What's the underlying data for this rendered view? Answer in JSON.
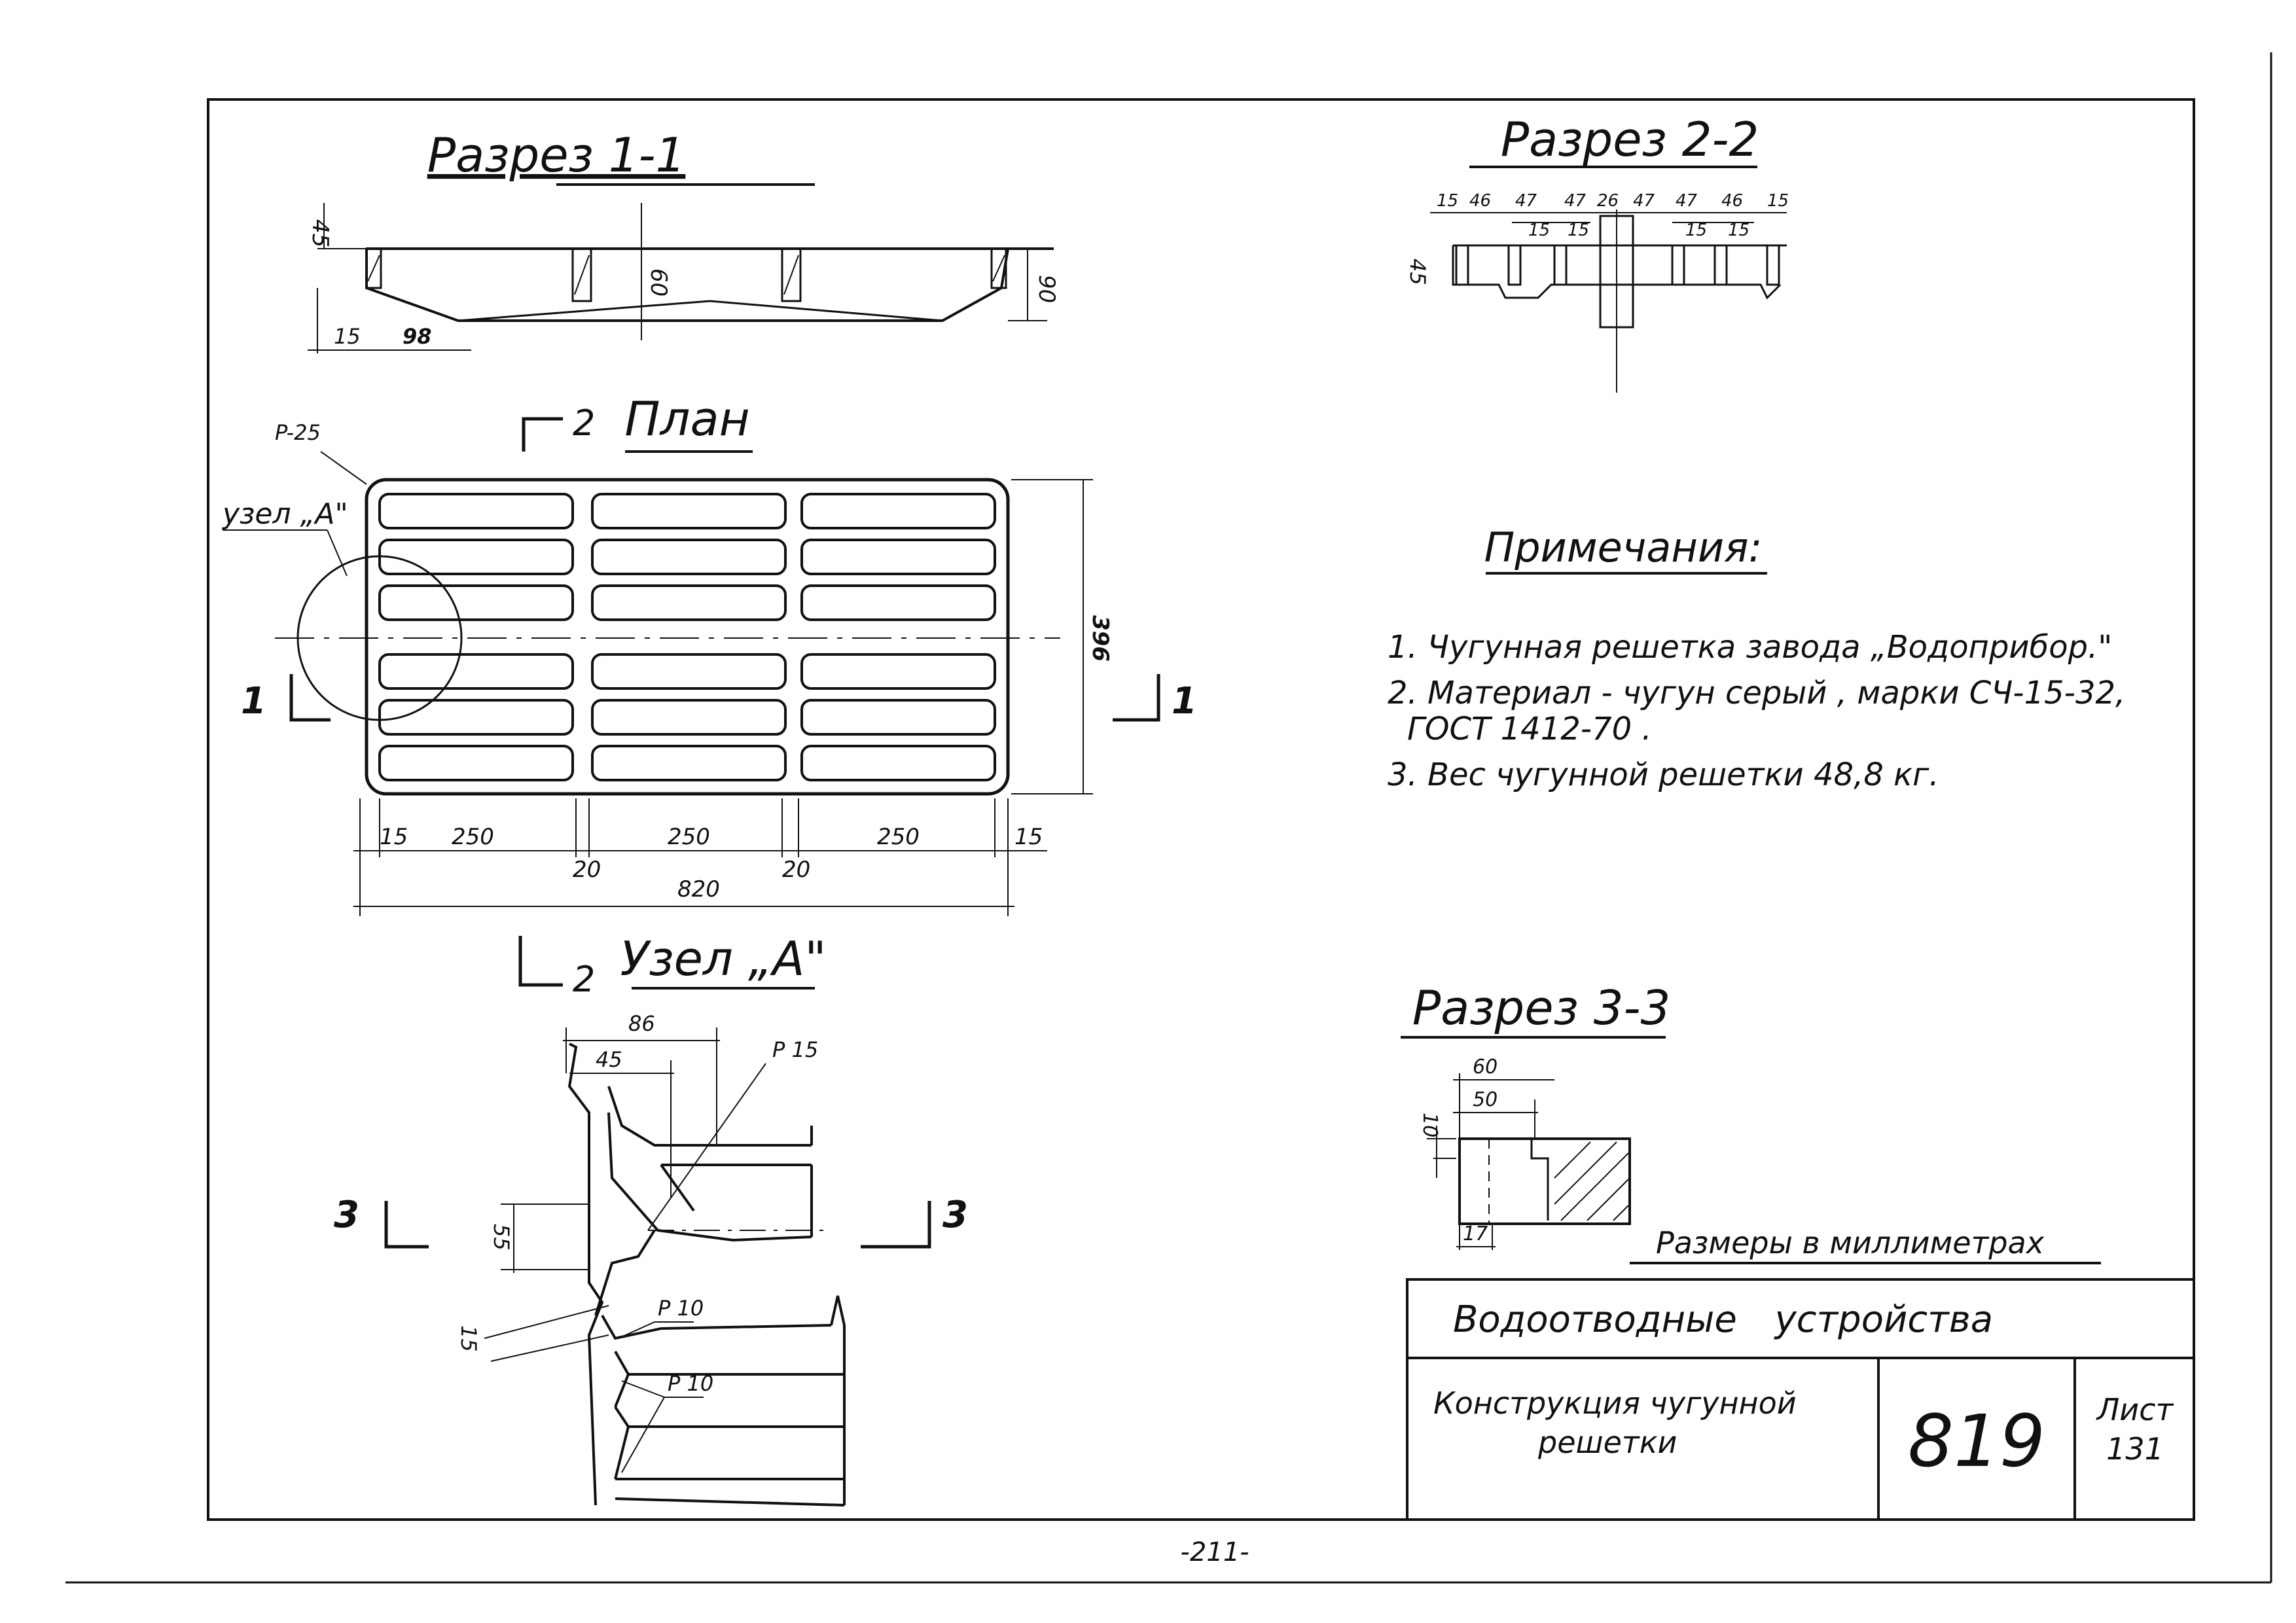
{
  "section_1_1": {
    "title": "Разрез 1-1",
    "dims": {
      "d45": "45",
      "d60": "60",
      "d90": "90",
      "d15": "15",
      "d98": "98"
    }
  },
  "section_2_2": {
    "title": "Разрез 2-2",
    "top_dims": [
      "15",
      "46",
      "47",
      "47",
      "26",
      "47",
      "47",
      "46",
      "15"
    ],
    "inner_dims": [
      "15",
      "15",
      "15",
      "15"
    ],
    "d45": "45"
  },
  "plan": {
    "marker_number": "2",
    "title": "План",
    "radius_label": "P-25",
    "node_label": "узел „A\"",
    "section_marks": {
      "left": "1",
      "right": "1"
    },
    "dims": {
      "height": "396",
      "edge_left": "15",
      "span1": "250",
      "span2": "250",
      "span3": "250",
      "edge_right": "15",
      "gap1": "20",
      "gap2": "20",
      "total": "820"
    }
  },
  "node_a": {
    "marker_number": "2",
    "title": "Узел „A\"",
    "dims": {
      "d86": "86",
      "d45": "45",
      "r15": "P 15",
      "d55": "55",
      "d15": "15",
      "r10a": "P 10",
      "r10b": "P 10"
    },
    "section_marks": {
      "left": "3",
      "right": "3"
    }
  },
  "notes": {
    "title": "Примечания:",
    "items": [
      "1. Чугунная решетка завода „Водоприбор.\"",
      "2. Материал - чугун серый , марки СЧ-15-32,",
      "ГОСТ 1412-70 .",
      "3. Вес чугунной решетки 48,8 кг."
    ]
  },
  "section_3_3": {
    "title": "Разрез 3-3",
    "dims": {
      "d60": "60",
      "d50": "50",
      "d10": "10",
      "d17": "17"
    }
  },
  "units_note": "Размеры в миллиметрах",
  "title_block": {
    "header": "Водоотводные устройства",
    "name_line1": "Конструкция чугунной",
    "name_line2": "решетки",
    "number": "819",
    "sheet_label": "Лист",
    "sheet_number": "131"
  },
  "page_number": "-211-"
}
